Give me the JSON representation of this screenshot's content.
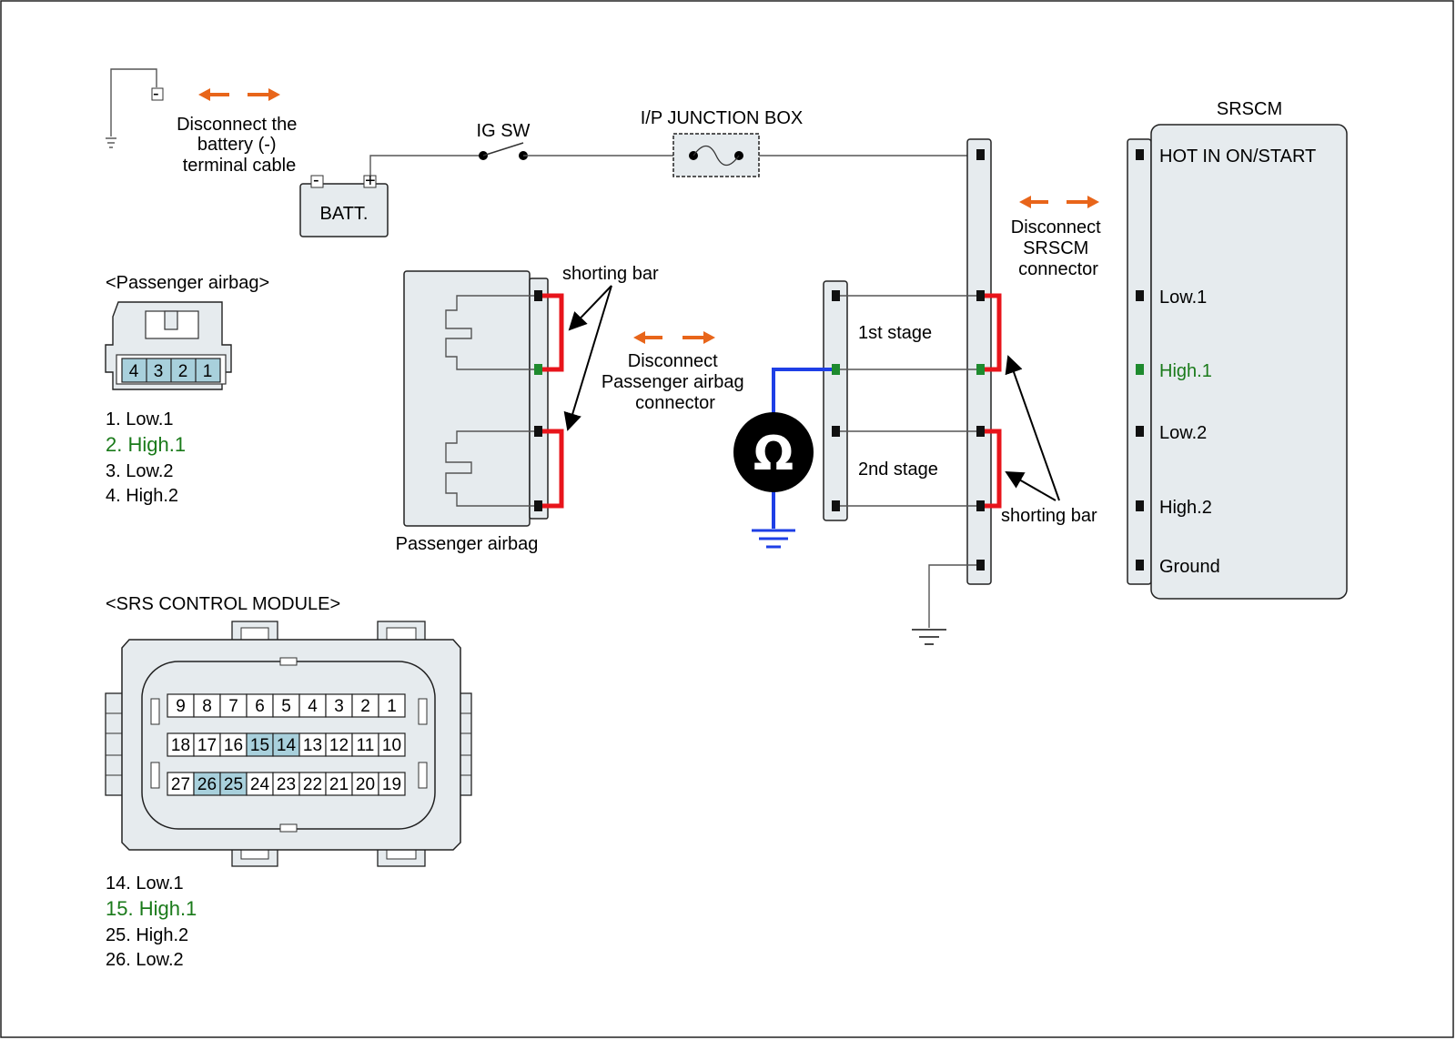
{
  "battery": {
    "terminal_neg": "-",
    "terminal_neg2": "-",
    "terminal_pos": "+",
    "label": "BATT.",
    "disconnect_note": [
      "Disconnect the",
      "battery (-)",
      "terminal cable"
    ]
  },
  "ig_switch": {
    "label": "IG SW"
  },
  "junction_box": {
    "label": "I/P JUNCTION BOX"
  },
  "srscm": {
    "title": "SRSCM",
    "pins": [
      "HOT IN ON/START",
      "Low.1",
      "High.1",
      "Low.2",
      "High.2",
      "Ground"
    ],
    "disconnect_note": [
      "Disconnect",
      "SRSCM",
      "connector"
    ]
  },
  "passenger_airbag_connector": {
    "title": "<Passenger airbag>",
    "pin_numbers": [
      "4",
      "3",
      "2",
      "1"
    ],
    "legend": [
      "1. Low.1",
      "2. High.1",
      "3. Low.2",
      "4. High.2"
    ]
  },
  "passenger_airbag": {
    "label": "Passenger airbag",
    "shorting_bar_label": "shorting bar",
    "disconnect_note": [
      "Disconnect",
      "Passenger airbag",
      "connector"
    ]
  },
  "stages": {
    "first": "1st stage",
    "second": "2nd stage",
    "shorting_bar_label": "shorting bar"
  },
  "ohmmeter": {
    "symbol": "Ω"
  },
  "srs_control_module": {
    "title": "<SRS CONTROL MODULE>",
    "row1": [
      "9",
      "8",
      "7",
      "6",
      "5",
      "4",
      "3",
      "2",
      "1"
    ],
    "row2": [
      "18",
      "17",
      "16",
      "15",
      "14",
      "13",
      "12",
      "11",
      "10"
    ],
    "row3": [
      "27",
      "26",
      "25",
      "24",
      "23",
      "22",
      "21",
      "20",
      "19"
    ],
    "highlighted": [
      "15",
      "14",
      "26",
      "25"
    ],
    "legend": [
      "14. Low.1",
      "15. High.1",
      "25. High.2",
      "26. Low.2"
    ]
  },
  "colors": {
    "orange_arrow": "#e8651a",
    "shorting_bar": "#e8141b",
    "meter_wire": "#1e3fe6",
    "high1_text": "#1a7a1a",
    "pin_highlight": "#a8d0dc",
    "connector_fill": "#e6ebee"
  }
}
